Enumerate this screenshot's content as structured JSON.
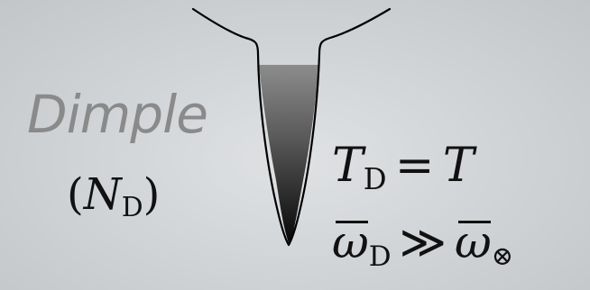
{
  "dimple_label": "Dimple",
  "particle_number": {
    "open": "(",
    "symbol": "N",
    "subscript": "D",
    "close": ")"
  },
  "temperature_relation": {
    "lhs_symbol": "T",
    "lhs_subscript": "D",
    "relation": "=",
    "rhs_symbol": "T"
  },
  "frequency_relation": {
    "lhs_symbol": "ω",
    "lhs_subscript": "D",
    "relation": "≫",
    "rhs_symbol": "ω",
    "rhs_subscript": "⊗"
  },
  "colors": {
    "background": "#d2d5d8",
    "dimple_text": "#8a8a8a",
    "well_fill_top": "#8c8c8c",
    "well_fill_bottom": "#050505",
    "outline": "#000000"
  }
}
